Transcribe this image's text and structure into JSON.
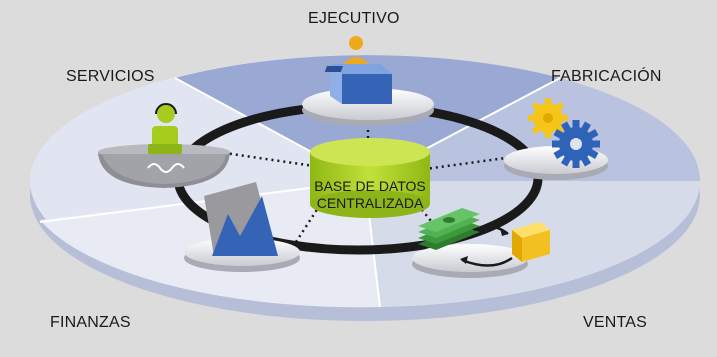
{
  "labels": {
    "ejecutivo": "EJECUTIVO",
    "servicios": "SERVICIOS",
    "fabricacion": "FABRICACIÓN",
    "finanzas": "FINANZAS",
    "ventas": "VENTAS",
    "center_line1": "BASE DE DATOS",
    "center_line2": "CENTRALIZADA"
  },
  "icons": {
    "ejecutivo": "executive-at-desk-icon",
    "servicios": "support-agent-headset-icon",
    "fabricacion": "gears-icon",
    "finanzas": "chart-graph-icon",
    "ventas": "money-and-product-exchange-icon",
    "center": "database-cylinder-icon"
  },
  "colors": {
    "background": "#dcdcdc",
    "disc_top": "#dfe3f0",
    "segment_dark": "#9aa8d0",
    "ring": "#1a1a1a",
    "database": "#a6cc1e",
    "gear": "#f5c518",
    "gear_blue": "#2f63b8",
    "money": "#3c9a3c",
    "box": "#f2c020"
  }
}
